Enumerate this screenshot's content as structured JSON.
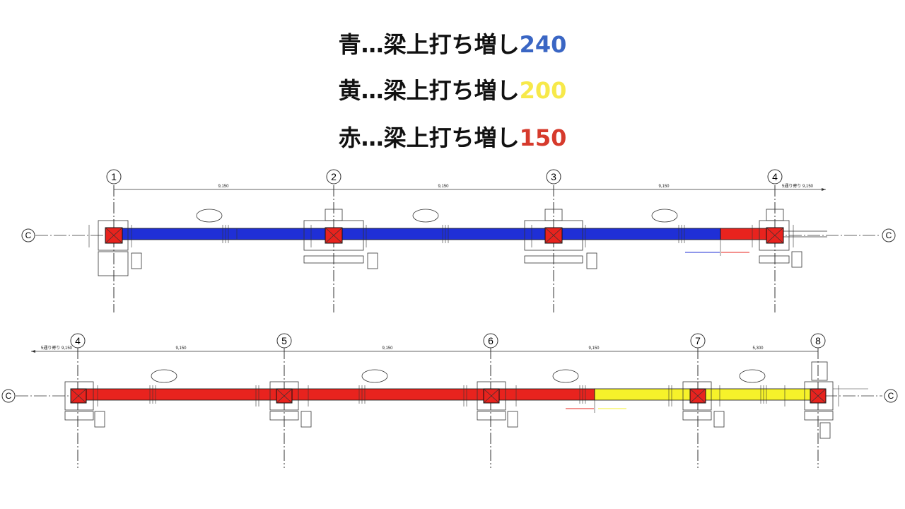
{
  "legend": [
    {
      "prefix": "青…梁上打ち増し",
      "value": "240",
      "color": "#3a66c4"
    },
    {
      "prefix": "黄…梁上打ち増し",
      "value": "200",
      "color": "#f7e94a"
    },
    {
      "prefix": "赤…梁上打ち増し",
      "value": "150",
      "color": "#d63a2c"
    }
  ],
  "colors": {
    "blue": "#1f2fd6",
    "yellow": "#f6f22a",
    "red": "#e8231e",
    "line": "#333333"
  },
  "top_plan": {
    "axes": [
      "1",
      "2",
      "3",
      "4"
    ],
    "spans": [
      "9,150",
      "9,150",
      "9,150"
    ],
    "end_note": "5通り寄り 9,150",
    "row_label": "C"
  },
  "bottom_plan": {
    "axes": [
      "4",
      "5",
      "6",
      "7",
      "8"
    ],
    "spans": [
      "9,150",
      "9,150",
      "9,150",
      "5,300"
    ],
    "start_note": "5通り寄り 9,150",
    "row_label": "C"
  }
}
